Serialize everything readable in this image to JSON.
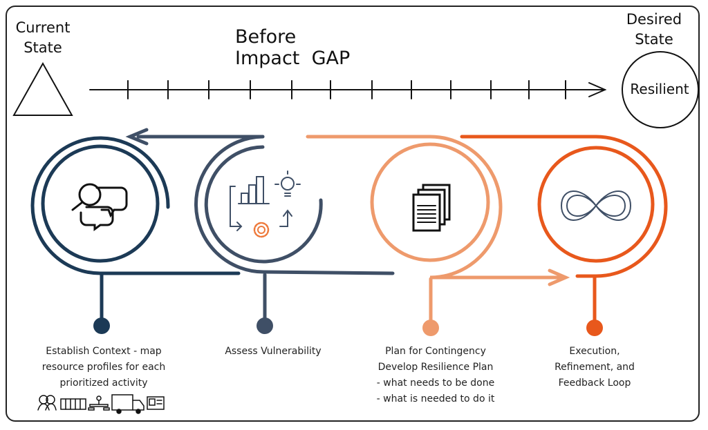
{
  "header": {
    "current_state": "Current\nState",
    "title": "Before Impact",
    "gap": "GAP",
    "desired_state": "Desired\nState",
    "resilient": "Resilient"
  },
  "steps": [
    {
      "label": "Establish Context - map resource profiles for each prioritized activity",
      "color": "#1c3a56",
      "icon": "magnifier-chat-icon"
    },
    {
      "label": "Assess Vulnerability",
      "color": "#3f4f66",
      "icon": "chart-gear-bulb-icon"
    },
    {
      "label": "Plan for Contingency\nDevelop Resilience Plan\n - what needs to be done\n - what is needed to do it",
      "color": "#ee9a6c",
      "icon": "documents-icon"
    },
    {
      "label": "Execution,\nRefinement, and\nFeedback Loop",
      "color": "#e8581c",
      "icon": "infinity-icon"
    }
  ],
  "resource_icons": [
    "people-icon",
    "fence-icon",
    "network-icon",
    "truck-icon",
    "id-card-icon"
  ]
}
